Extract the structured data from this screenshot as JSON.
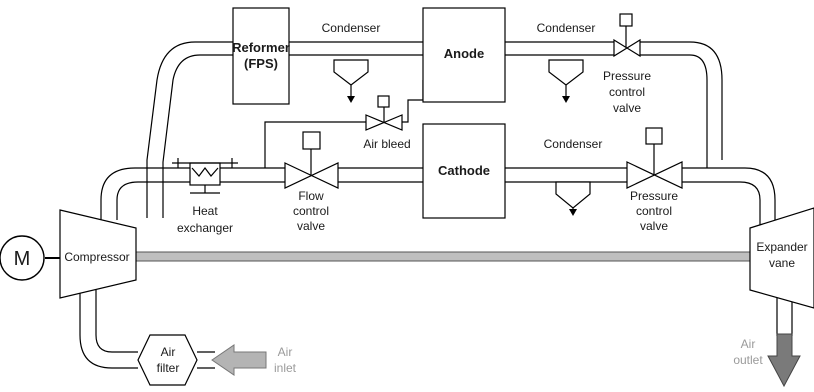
{
  "components": {
    "reformer_line1": "Reformer",
    "reformer_line2": "(FPS)",
    "anode": "Anode",
    "cathode": "Cathode",
    "compressor": "Compressor",
    "motor": "M",
    "expander_line1": "Expander",
    "expander_line2": "vane",
    "air_filter_line1": "Air",
    "air_filter_line2": "filter",
    "air_inlet_line1": "Air",
    "air_inlet_line2": "inlet",
    "air_outlet_line1": "Air",
    "air_outlet_line2": "outlet"
  },
  "condensers": {
    "reformer_condenser": "Condenser",
    "anode_condenser": "Condenser",
    "cathode_condenser": "Condenser"
  },
  "valves": {
    "air_bleed": "Air bleed",
    "flow_control": [
      "Flow",
      "control",
      "valve"
    ],
    "anode_pressure": [
      "Pressure",
      "control",
      "valve"
    ],
    "cathode_pressure": [
      "Pressure",
      "control",
      "valve"
    ]
  },
  "heat_exchanger": [
    "Heat",
    "exchanger"
  ],
  "colors": {
    "arrow_fill": "#b4b4b4",
    "outlet_arrow_fill": "#7a7a7a",
    "shaft_fill": "#bfbfbf",
    "muted_text": "#9a9a9a"
  }
}
